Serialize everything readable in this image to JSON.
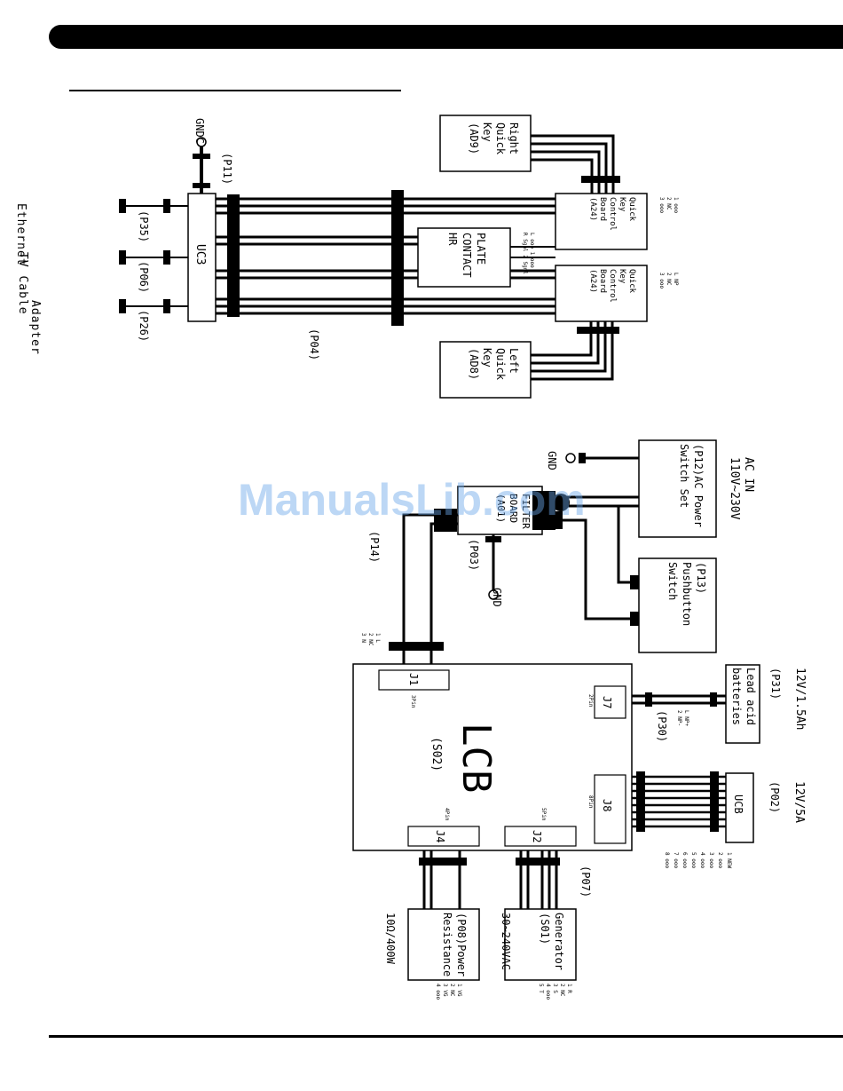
{
  "watermark": "ManualsLib.com",
  "top": {
    "gndc": "GNDC",
    "p11": "(P11)",
    "uc3": "UC3",
    "p35": "(P35)",
    "p06": "(P06)",
    "p26": "(P26)",
    "p04": "(P04)",
    "ethernet": "Ethernet",
    "tv_cable": "TV Cable",
    "adapter": "Adapter",
    "plate_contact_hr": [
      "PLATE",
      "CONTACT",
      "HR"
    ],
    "plate_pins": [
      "L ooo  1 ooo",
      "R Sgnl 2 Sgnl"
    ],
    "right_key": [
      "Right",
      "Quick",
      "Key",
      "(AD9)"
    ],
    "left_key": [
      "Left",
      "Quick",
      "Key",
      "(AD8)"
    ],
    "right_board": [
      "Quick",
      "Key",
      "Control",
      "Board",
      "(A24)"
    ],
    "right_board_pins": [
      "1 ooo",
      "2 NC",
      "3 ooo"
    ],
    "left_board": [
      "Quick",
      "Key",
      "Control",
      "Board",
      "(A24)"
    ],
    "left_board_pins": [
      "L NP",
      "2 NC",
      "3 ooo"
    ]
  },
  "bottom": {
    "ac_in": [
      "AC IN",
      "110V~230V"
    ],
    "ac_switch": [
      "(P12)AC Power",
      "Switch Set"
    ],
    "gnd_top": "GND",
    "filter": [
      "FILTER",
      "BOARD",
      "(A01)"
    ],
    "p03": "(P03)",
    "gnd_filter": "GND",
    "p14": "(P14)",
    "p13": [
      "(P13)",
      "Pushbutton",
      "Switch"
    ],
    "j1_pins": [
      "1 L",
      "2 NC",
      "3 N"
    ],
    "j1": "J1",
    "j1_pin_count": "3Pin",
    "lcb": "LCB",
    "s02": "(S02)",
    "j7": "J7",
    "j7_pin_count": "2Pin",
    "j8": "J8",
    "j8_pin_count": "8Pin",
    "j4": "J4",
    "j4_pin_count": "4Pin",
    "j2": "J2",
    "j2_pin_count": "5Pin",
    "battery_rating": "12V/1.5Ah",
    "p31": "(P31)",
    "lead_acid": [
      "Lead acid",
      "batteries"
    ],
    "battery_pins": [
      "L NP+",
      "2 NP-"
    ],
    "p30": "(P30)",
    "ucb_rating": "12V/5A",
    "p02": "(P02)",
    "ucb": "UCB",
    "ucb_pins": [
      "1 NEW",
      "2 ooo",
      "3 ooo",
      "4 ooo",
      "5 ooo",
      "6 ooo",
      "7 ooo",
      "8 ooo"
    ],
    "p07": "(P07)",
    "generator": [
      "Generator",
      "(S01)"
    ],
    "generator_rating": "30~240VAC",
    "generator_pins": [
      "1 R",
      "2 NC",
      "3 S",
      "4 ooo",
      "5 T"
    ],
    "power_resistance": [
      "(P08)Power",
      "Resistance"
    ],
    "resistance_rating": "10Ω/400W",
    "resistance_pins": [
      "1 VG",
      "2 NC",
      "3 VG",
      "4 ooo"
    ]
  }
}
